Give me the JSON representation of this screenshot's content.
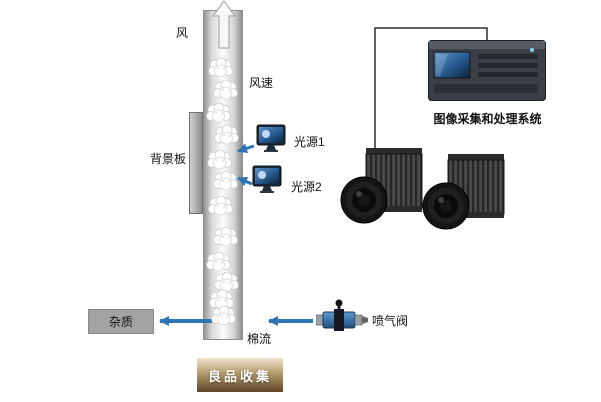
{
  "labels": {
    "wind": "风",
    "wind_speed": "风速",
    "background_board": "背景板",
    "light_source_1": "光源1",
    "light_source_2": "光源2",
    "processing_system": "图像采集和处理系统",
    "impurity": "杂质",
    "cotton_flow": "棉流",
    "jet_valve": "喷气阀",
    "good_collection": "良品收集"
  },
  "icons": {
    "wind_arrow": "upward-arrow-outline",
    "cotton_tuft": "cotton-ball-cluster",
    "light_source": "panel-light-monitor",
    "camera": "industrial-camera",
    "server": "rack-server-with-screen",
    "valve": "air-jet-valve"
  },
  "colors": {
    "arrow_blue": "#2e75b6",
    "connection_line": "#2f2f2f",
    "impurity_box_bg": "#a3a3a3",
    "collection_box_top": "#f0e4ce",
    "collection_box_bottom": "#5f4526",
    "collection_text": "#ffffff"
  }
}
